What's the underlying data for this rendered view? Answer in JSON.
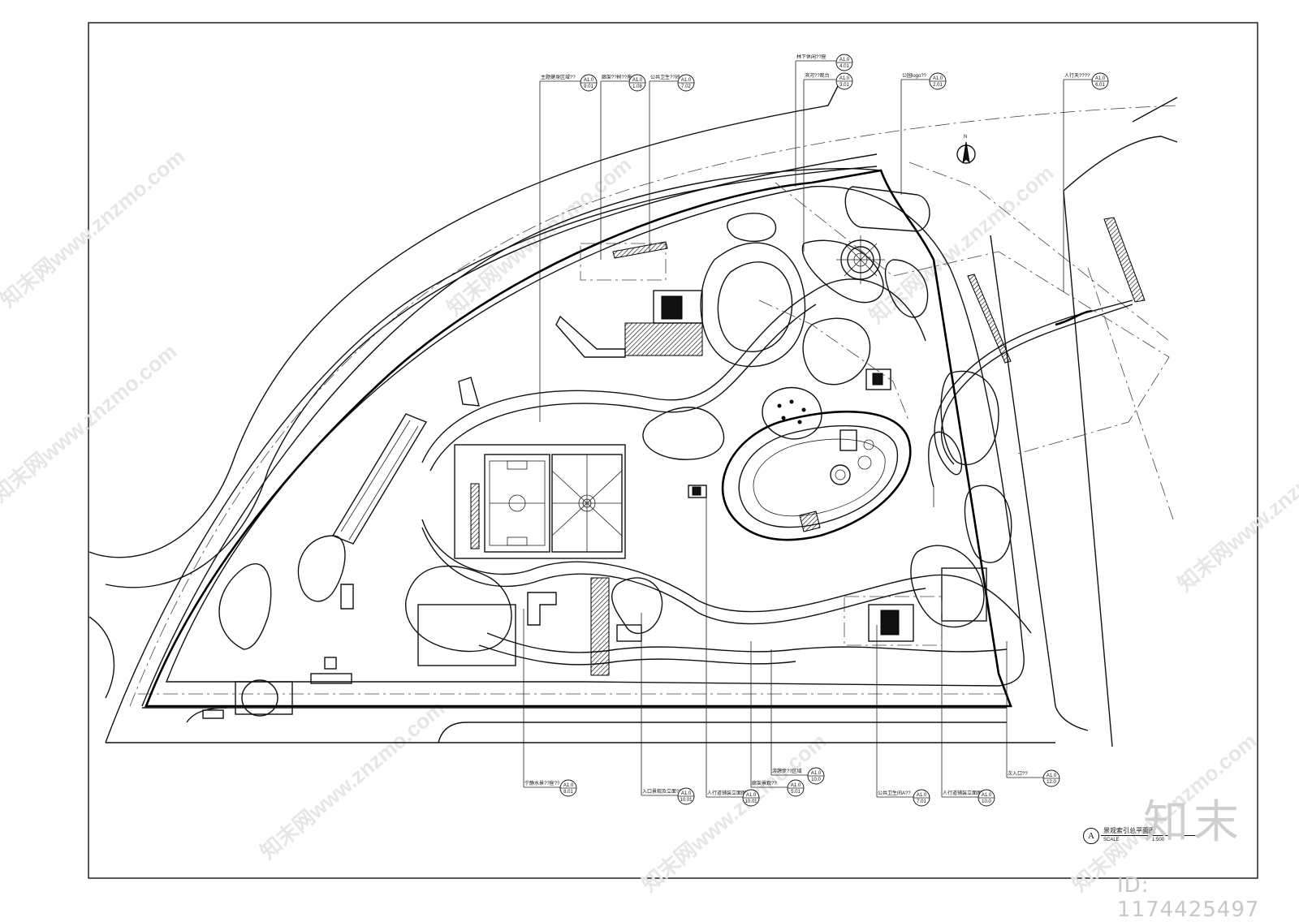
{
  "drawing": {
    "title": "景观索引总平面图",
    "scale_label": "SCALE",
    "scale_value": "1:500",
    "title_symbol": "A",
    "north_symbol": "N"
  },
  "watermark": {
    "site_text": "知末网www.znzmo.com",
    "brand_logo": "知末",
    "id_text": "ID: 1174425497"
  },
  "callouts_top": [
    {
      "label": "主题健身区域??",
      "sheet": "A1.0",
      "page": "9.01"
    },
    {
      "label": "廊架??树??座",
      "sheet": "A1.0",
      "page": "1.08"
    },
    {
      "label": "公共卫生??间",
      "sheet": "A1.0",
      "page": "7.02"
    },
    {
      "label": "林下休闲??座",
      "sheet": "A1.0",
      "page": "4.01"
    },
    {
      "label": "滨河??观台",
      "sheet": "A1.0",
      "page": "3.01"
    },
    {
      "label": "公园logo??",
      "sheet": "A1.0",
      "page": "2.01"
    },
    {
      "label": "人行天????",
      "sheet": "A1.0",
      "page": "6.01"
    }
  ],
  "callouts_bottom": [
    {
      "label": "宁静水景??座??",
      "sheet": "A1.0",
      "page": "8.01"
    },
    {
      "label": "入口景观及立面??",
      "sheet": "A1.0",
      "page": "10.01"
    },
    {
      "label": "人行道铺装立面图??",
      "sheet": "A1.0",
      "page": "10.01"
    },
    {
      "label": "游憩步??区域",
      "sheet": "A1.0",
      "page": "10.0"
    },
    {
      "label": "廊架景观??",
      "sheet": "A1.0",
      "page": "5.01"
    },
    {
      "label": "公共卫生间A??",
      "sheet": "A1.0",
      "page": "7.01"
    },
    {
      "label": "人行道铺装立面图??",
      "sheet": "A1.0",
      "page": "10.0"
    },
    {
      "label": "次入口??",
      "sheet": "A1.0",
      "page": "12.0"
    }
  ],
  "colors": {
    "line": "#111111",
    "paper": "#ffffff",
    "watermark": "#cfcfcf"
  }
}
